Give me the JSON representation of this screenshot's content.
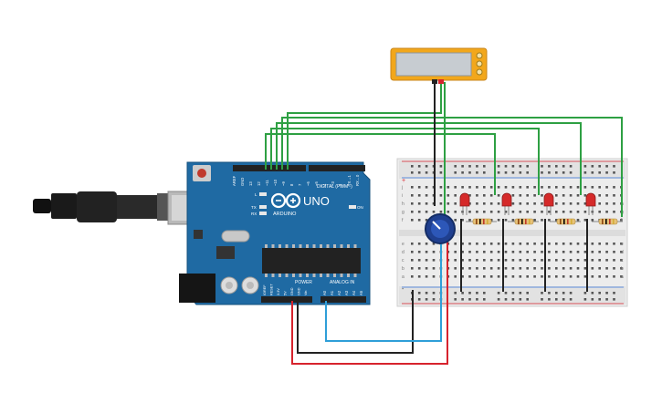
{
  "arduino": {
    "brand": "ARDUINO",
    "model": "UNO",
    "digital_header": "DIGITAL (PWM~)",
    "power_header": "POWER",
    "analog_header": "ANALOG IN",
    "led_l": "L",
    "led_tx": "TX",
    "led_rx": "RX",
    "led_on": "ON",
    "digital_pins": [
      "AREF",
      "GND",
      "13",
      "12",
      "~11",
      "~10",
      "~9",
      "8",
      "7",
      "~6",
      "~5",
      "4",
      "~3",
      "2",
      "TX→1",
      "RX←0"
    ],
    "power_pins": [
      "IOREF",
      "RESET",
      "3.3V",
      "5V",
      "GND",
      "GND",
      "Vin"
    ],
    "analog_pins": [
      "A0",
      "A1",
      "A2",
      "A3",
      "A4",
      "A5"
    ]
  },
  "breadboard": {
    "row_letters_top": [
      "j",
      "i",
      "h",
      "g",
      "f"
    ],
    "row_letters_bottom": [
      "e",
      "d",
      "c",
      "b",
      "a"
    ],
    "column_count": 30,
    "rail_plus": "+",
    "rail_minus": "-"
  },
  "components": {
    "led_count": 4,
    "resistor_count": 4,
    "has_potentiometer": true,
    "has_display_module": true
  },
  "colors": {
    "board": "#1f6aa3",
    "wire_green": "#2ea043",
    "wire_red": "#d7232d",
    "wire_blue": "#2f9fd8",
    "wire_black": "#222222",
    "led_red": "#d52a2a",
    "display_frame": "#f2a71b"
  }
}
